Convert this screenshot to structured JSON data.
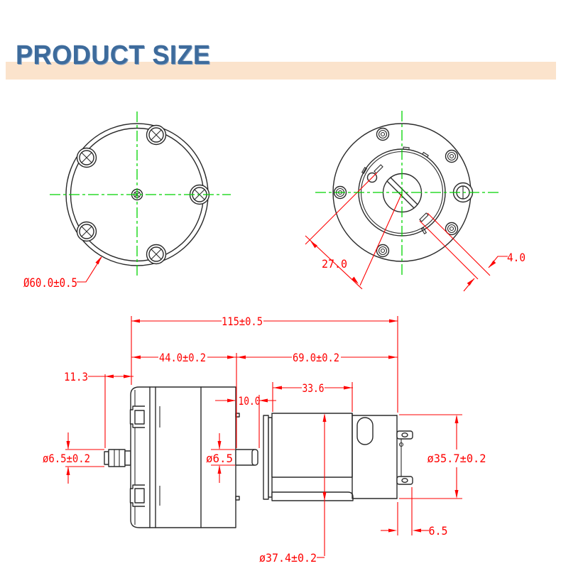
{
  "header": {
    "title": "PRODUCT SIZE",
    "title_color": "#3d6b9c",
    "band_color": "#fbe3cc"
  },
  "colors": {
    "dimension_red": "#fe0000",
    "centerline_green": "#00d400",
    "outline_black": "#2a2a2a"
  },
  "front_view": {
    "outer_diameter": "Ø60.0±0.5"
  },
  "rear_view": {
    "mount_hole_distance": "27.0",
    "slot_width": "4.0"
  },
  "side_view": {
    "total_length": "115±0.5",
    "pump_head_length": "44.0±0.2",
    "motor_length": "69.0±0.2",
    "nozzle_length": "11.3",
    "shaft_length": "10.0",
    "motor_body_length": "33.6",
    "nozzle_diameter": "ø6.5±0.2",
    "shaft_diameter": "ø6.5",
    "motor_diameter": "ø35.7±0.2",
    "bracket_diameter": "ø37.4±0.2",
    "terminal_length": "6.5"
  }
}
